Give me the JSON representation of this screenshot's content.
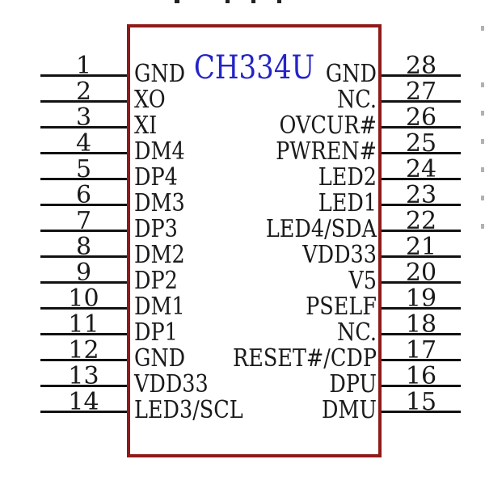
{
  "diagram": {
    "type": "ic-pinout-schematic",
    "title": "CH334U",
    "colors": {
      "border": "#8E1A1A",
      "title": "#2424C8",
      "text": "#1A1A1A",
      "line": "#121212",
      "background": "#FFFFFF"
    },
    "pins": {
      "left": [
        {
          "num": "1",
          "label": "GND"
        },
        {
          "num": "2",
          "label": "XO"
        },
        {
          "num": "3",
          "label": "XI"
        },
        {
          "num": "4",
          "label": "DM4"
        },
        {
          "num": "5",
          "label": "DP4"
        },
        {
          "num": "6",
          "label": "DM3"
        },
        {
          "num": "7",
          "label": "DP3"
        },
        {
          "num": "8",
          "label": "DM2"
        },
        {
          "num": "9",
          "label": "DP2"
        },
        {
          "num": "10",
          "label": "DM1"
        },
        {
          "num": "11",
          "label": "DP1"
        },
        {
          "num": "12",
          "label": "GND"
        },
        {
          "num": "13",
          "label": "VDD33"
        },
        {
          "num": "14",
          "label": "LED3/SCL"
        }
      ],
      "right": [
        {
          "num": "28",
          "label": "GND"
        },
        {
          "num": "27",
          "label": "NC."
        },
        {
          "num": "26",
          "label": "OVCUR#"
        },
        {
          "num": "25",
          "label": "PWREN#"
        },
        {
          "num": "24",
          "label": "LED2"
        },
        {
          "num": "23",
          "label": "LED1"
        },
        {
          "num": "22",
          "label": "LED4/SDA"
        },
        {
          "num": "21",
          "label": "VDD33"
        },
        {
          "num": "20",
          "label": "V5"
        },
        {
          "num": "19",
          "label": "PSELF"
        },
        {
          "num": "18",
          "label": "NC."
        },
        {
          "num": "17",
          "label": "RESET#/CDP"
        },
        {
          "num": "16",
          "label": "DPU"
        },
        {
          "num": "15",
          "label": "DMU"
        }
      ]
    }
  }
}
